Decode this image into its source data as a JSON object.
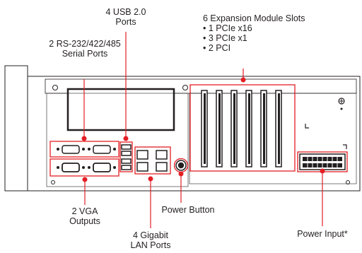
{
  "labels": {
    "usb": {
      "line1": "4 USB 2.0",
      "line2": "Ports"
    },
    "serial": {
      "line1": "2 RS-232/422/485",
      "line2": "Serial Ports"
    },
    "expansion": {
      "title": "6 Expansion Module Slots",
      "items": [
        "• 1 PCIe x16",
        "• 3 PCIe x1",
        "• 2 PCI"
      ]
    },
    "vga": {
      "line1": "2 VGA",
      "line2": "Outputs"
    },
    "power_button": "Power Button",
    "lan": {
      "line1": "4 Gigabit",
      "line2": "LAN Ports"
    },
    "power_input": "Power Input*"
  },
  "colors": {
    "callout": "#e31e24",
    "outline": "#231f20",
    "panel": "#ffffff"
  }
}
